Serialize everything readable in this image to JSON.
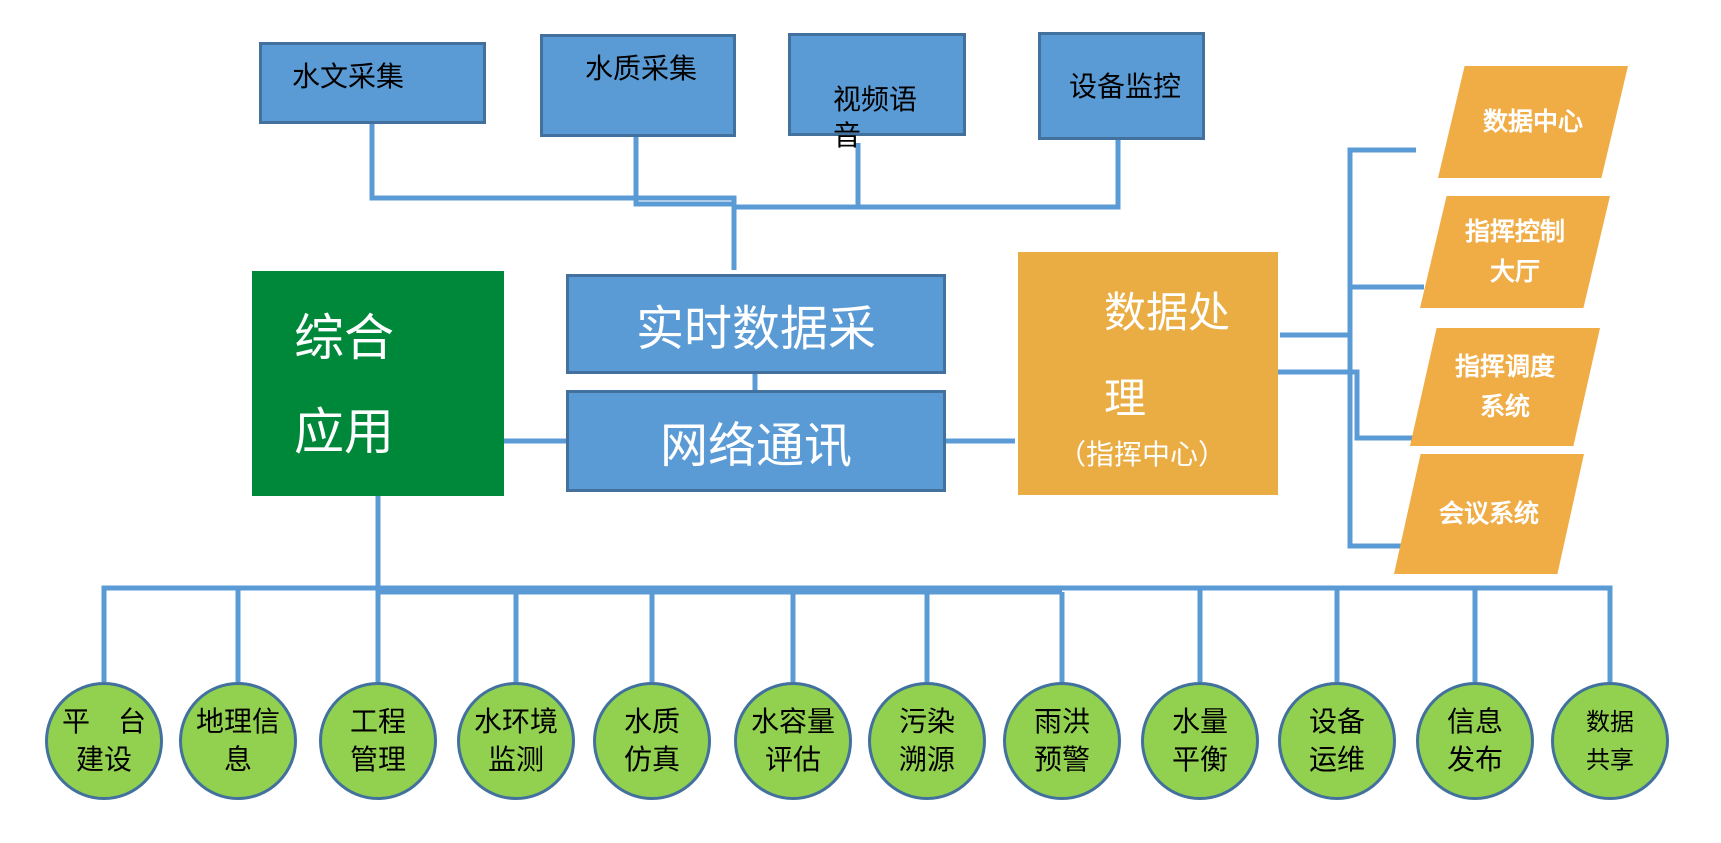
{
  "top_sources": [
    {
      "label": "水文采集"
    },
    {
      "label": "水质采集"
    },
    {
      "label": "视频语\n音"
    },
    {
      "label": "设备监控"
    }
  ],
  "center": {
    "acquisition_label": "实时数据采",
    "network_label": "网络通讯"
  },
  "application": {
    "label": "综合\n应用"
  },
  "processing": {
    "title": "数据处\n理",
    "subtitle": "（指挥中心）"
  },
  "outputs": [
    {
      "label": "数据中心"
    },
    {
      "label": "指挥控制\n大厅"
    },
    {
      "label": "指挥调度\n系统"
    },
    {
      "label": "会议系统"
    }
  ],
  "modules": [
    {
      "label": "平　台\n建设"
    },
    {
      "label": "地理信\n息"
    },
    {
      "label": "工程\n管理"
    },
    {
      "label": "水环境\n监测"
    },
    {
      "label": "水质\n仿真"
    },
    {
      "label": "水容量\n评估"
    },
    {
      "label": "污染\n溯源"
    },
    {
      "label": "雨洪\n预警"
    },
    {
      "label": "水量\n平衡"
    },
    {
      "label": "设备\n运维"
    },
    {
      "label": "信息\n发布"
    },
    {
      "label": "数据\n共享"
    }
  ],
  "colors": {
    "connector": "#5b9bd5",
    "blue_box": "#5b9bd5",
    "green_box": "#00883a",
    "orange_box": "#eaad44",
    "circle_fill": "#92d050"
  }
}
